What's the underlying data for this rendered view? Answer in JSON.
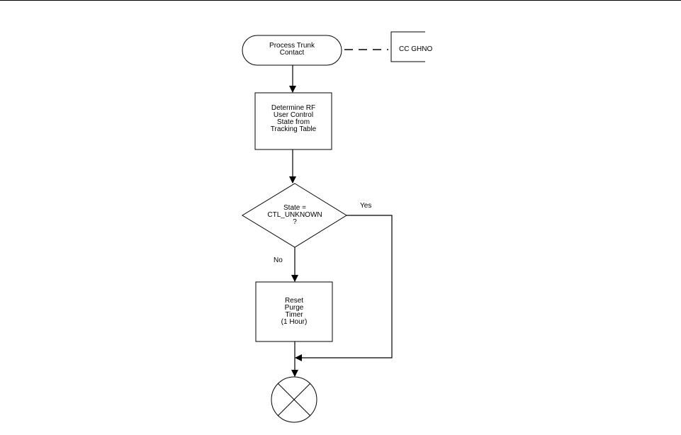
{
  "diagram": {
    "nodes": {
      "start": {
        "label": "Process Trunk\nContact",
        "shape": "terminator"
      },
      "annotation": {
        "label": "CC GHNO",
        "shape": "annotation-bracket"
      },
      "determine": {
        "label": "Determine RF\nUser Control\nState from\nTracking Table",
        "shape": "process"
      },
      "decision": {
        "label": "State =\nCTL_UNKNOWN\n?",
        "shape": "decision"
      },
      "reset": {
        "label": "Reset\nPurge\nTimer\n(1 Hour)",
        "shape": "process"
      },
      "end": {
        "label": "",
        "shape": "connector-x"
      }
    },
    "edges": [
      {
        "from": "start",
        "to": "annotation",
        "style": "dashed",
        "label": ""
      },
      {
        "from": "start",
        "to": "determine",
        "style": "arrow",
        "label": ""
      },
      {
        "from": "determine",
        "to": "decision",
        "style": "arrow",
        "label": ""
      },
      {
        "from": "decision",
        "to": "reset",
        "style": "arrow",
        "label": "No"
      },
      {
        "from": "decision",
        "to": "end",
        "style": "arrow",
        "label": "Yes"
      },
      {
        "from": "reset",
        "to": "end",
        "style": "arrow",
        "label": ""
      }
    ]
  }
}
